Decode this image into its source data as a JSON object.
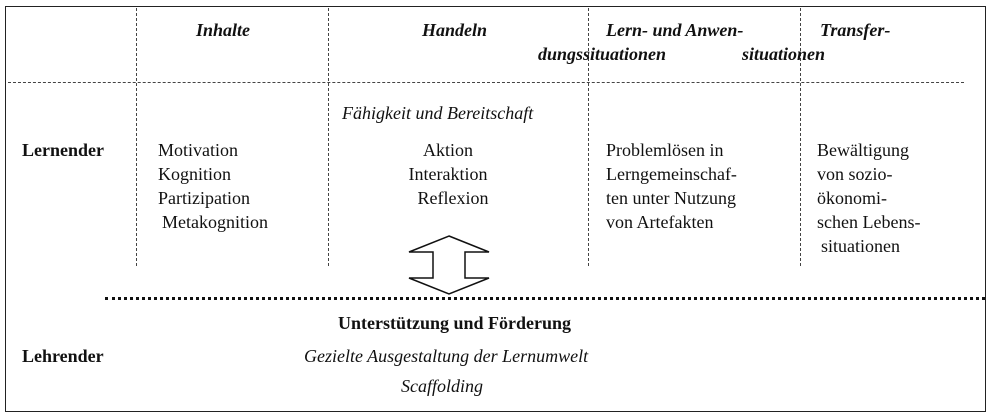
{
  "header": {
    "inhalte": "Inhalte",
    "handeln": "Handeln",
    "lern_line1": "Lern- und Anwen-",
    "lern_line2": "dungssituationen",
    "transfer_line1": "Transfer-",
    "transfer_line2": "situationen"
  },
  "lernender": {
    "label": "Lernender",
    "faehigkeit": "Fähigkeit und Bereitschaft",
    "inhalte_items": [
      "Motivation",
      "Kognition",
      "Partizipation",
      "Metakognition"
    ],
    "handeln_items": [
      "Aktion",
      "Interaktion",
      "Reflexion"
    ],
    "lern_items": [
      "Problemlösen in",
      "Lerngemeinschaf-",
      "ten unter Nutzung",
      "von Artefakten"
    ],
    "transfer_items": [
      "Bewältigung",
      "von sozio-",
      "ökonomi-",
      "schen Lebens-",
      "situationen"
    ]
  },
  "lehrender": {
    "label": "Lehrender",
    "heading": "Unterstützung und Förderung",
    "line1": "Gezielte Ausgestaltung der Lernumwelt",
    "line2": "Scaffolding"
  },
  "icons": {
    "arrow": "double-arrow-vertical-icon"
  }
}
